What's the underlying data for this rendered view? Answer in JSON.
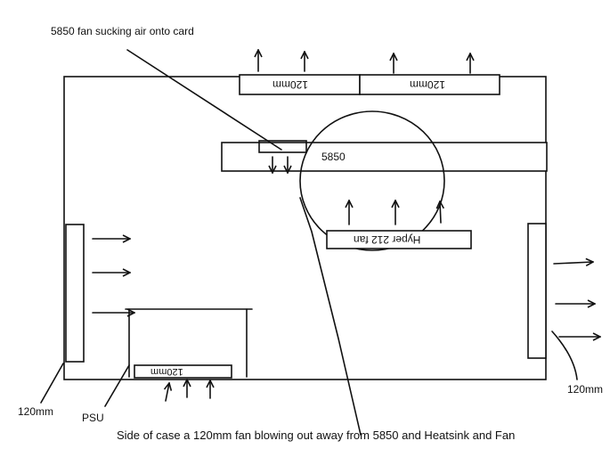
{
  "labels": {
    "fan_note": "5850 fan sucking air onto card",
    "top_fan_left": "120mm",
    "top_fan_right": "120mm",
    "gpu": "5850",
    "cpu_fan": "Hyper 212 fan",
    "psu_fan": "120mm",
    "psu": "PSU",
    "left_fan": "120mm",
    "right_fan": "120mm",
    "side_note": "Side of case a 120mm fan blowing out away from 5850 and Heatsink and Fan"
  },
  "colors": {
    "stroke": "#111111",
    "background": "#ffffff"
  }
}
